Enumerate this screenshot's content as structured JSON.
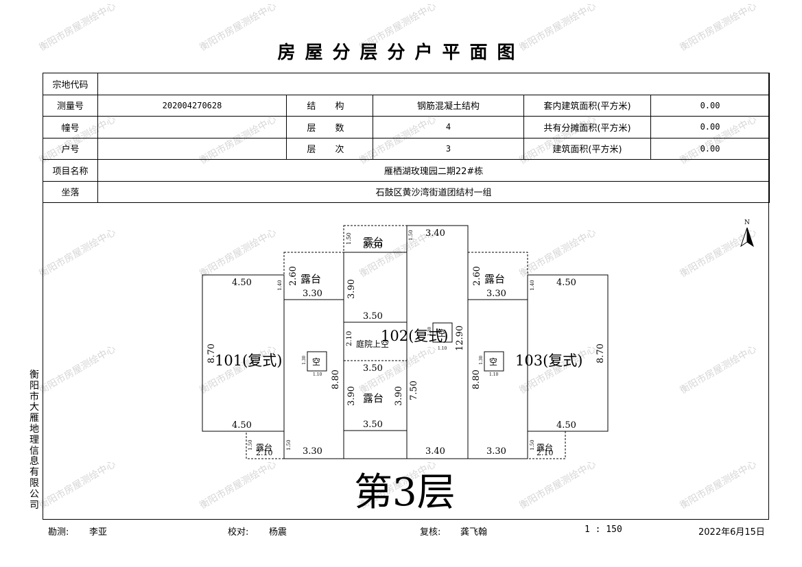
{
  "title": "房屋分层分户平面图",
  "info": {
    "zongdi_label": "宗地代码",
    "zongdi_value": "",
    "celiang_label": "测量号",
    "celiang_value": "202004270628",
    "jiegou_label": "结 构",
    "jiegou_value": "钢筋混凝土结构",
    "taonei_label": "套内建筑面积(平方米)",
    "taonei_value": "0.00",
    "zhuang_label": "幢号",
    "zhuang_value": "",
    "cengshu_label": "层 数",
    "cengshu_value": "4",
    "gongyou_label": "共有分摊面积(平方米)",
    "gongyou_value": "0.00",
    "hu_label": "户号",
    "hu_value": "",
    "cengci_label": "层 次",
    "cengci_value": "3",
    "jianzhu_label": "建筑面积(平方米)",
    "jianzhu_value": "0.00",
    "xiangmu_label": "项目名称",
    "xiangmu_value": "雁栖湖玫瑰园二期22#栋",
    "zuoluo_label": "坐落",
    "zuoluo_value": "石鼓区黄沙湾街道团结村一组"
  },
  "plan": {
    "floor_label": "第3层",
    "north_label": "N",
    "units": [
      "101(复式)",
      "102(复式)",
      "103(复式)"
    ],
    "kong": "空",
    "terrace": "露台",
    "courtyard": "庭院上空",
    "dims": {
      "d450": "4.50",
      "d330": "3.30",
      "d260": "2.60",
      "d390": "3.90",
      "d350": "3.50",
      "d340": "3.40",
      "d870": "8.70",
      "d880": "8.80",
      "d750": "7.50",
      "d1290": "12.90",
      "d210": "2.10",
      "d150": "1.50",
      "d140": "1.40",
      "d130": "1.30",
      "d110": "1.10"
    }
  },
  "side_company": "衡阳市大雁地理信息有限公司",
  "footer": {
    "kance_label": "勘测:",
    "kance_name": "李亚",
    "jiaodui_label": "校对:",
    "jiaodui_name": "杨震",
    "fuhe_label": "复核:",
    "fuhe_name": "龚飞翰",
    "scale": "1 : 150",
    "date": "2022年6月15日"
  },
  "watermark": "衡阳市房屋测绘中心"
}
